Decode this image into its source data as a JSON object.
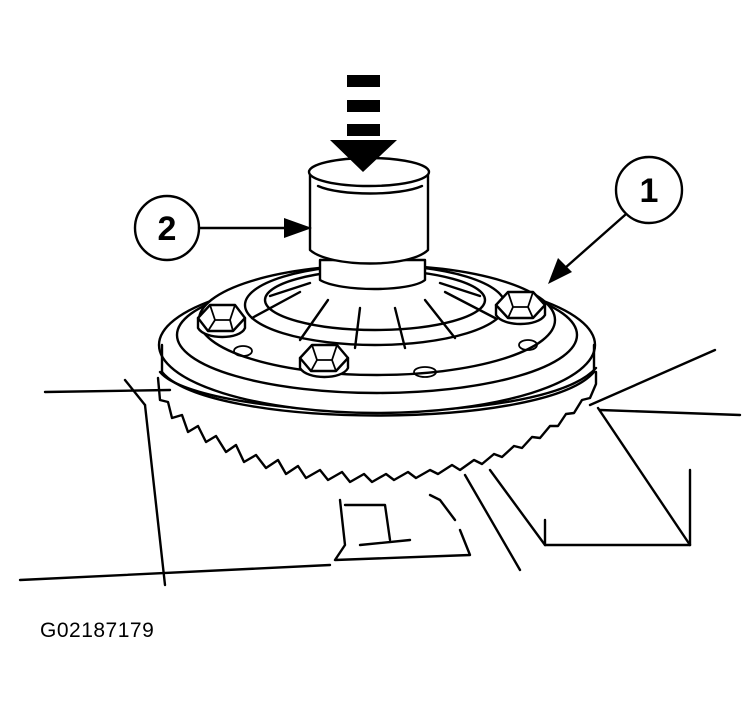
{
  "callouts": [
    {
      "label": "2",
      "target": "press-tool"
    },
    {
      "label": "1",
      "target": "ring-gear-bolt"
    }
  ],
  "figure_id": "G02187179"
}
